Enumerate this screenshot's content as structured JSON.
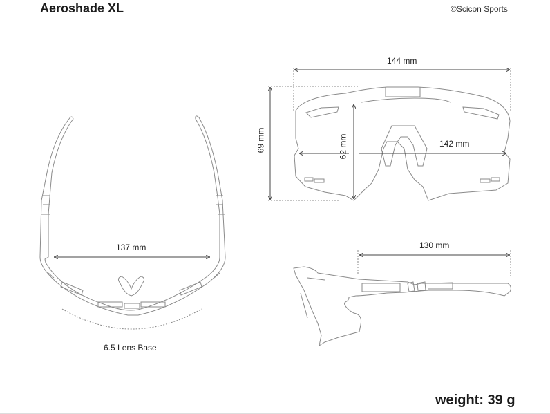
{
  "header": {
    "title": "Aeroshade XL",
    "copyright": "©Scicon Sports"
  },
  "front_view": {
    "total_width": "144 mm",
    "height": "69 mm",
    "lens_height": "62 mm",
    "lens_width": "142 mm"
  },
  "top_view": {
    "inner_width": "137 mm",
    "lens_base": "6.5 Lens Base"
  },
  "side_view": {
    "temple_length": "130 mm"
  },
  "footer": {
    "weight": "weight: 39 g"
  }
}
